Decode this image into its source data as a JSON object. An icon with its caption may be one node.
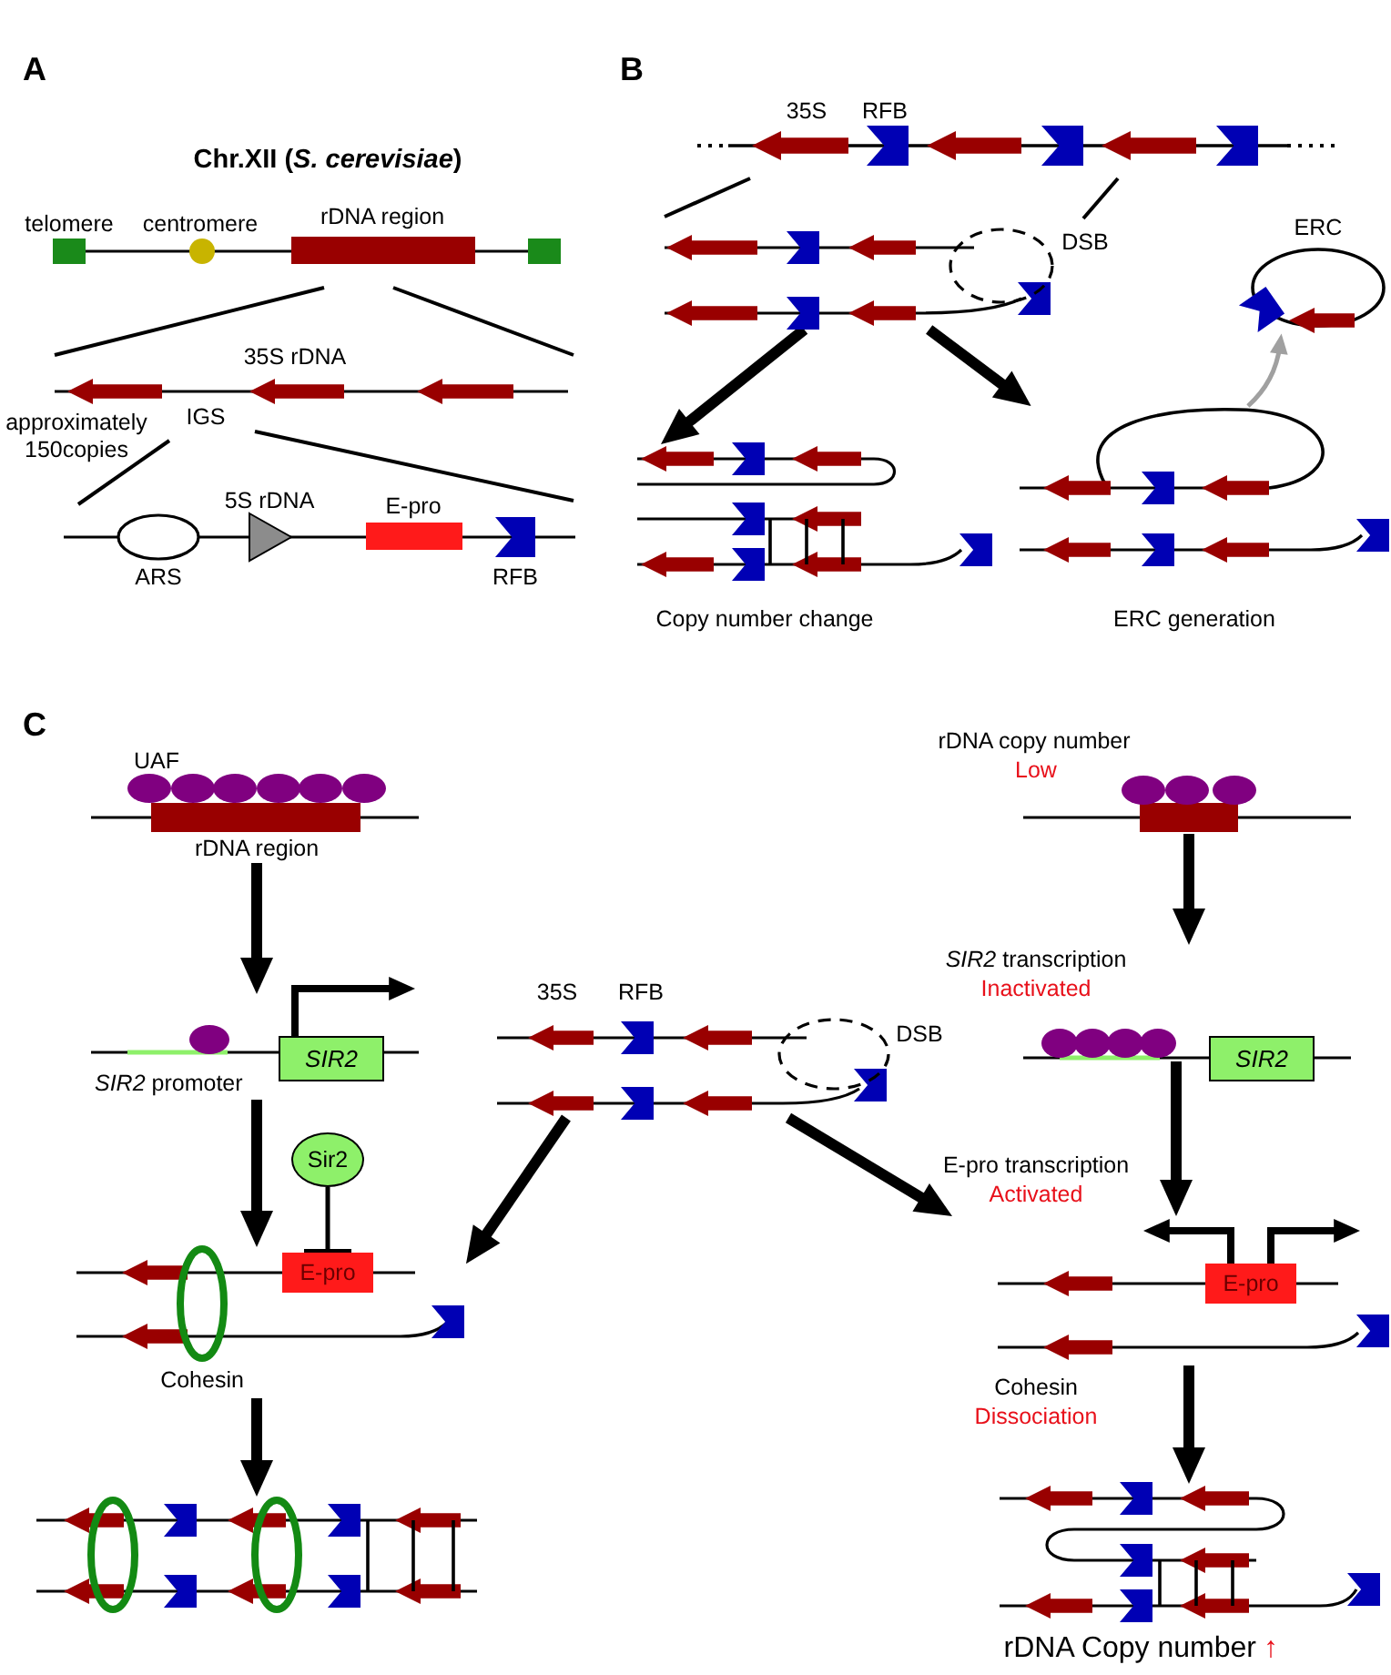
{
  "diagram": {
    "nodes": [
      {
        "text": [
          "DSB"
        ]
      },
      {
        "text": [
          "Copy number change"
        ]
      },
      {
        "text": [
          "ERC generation"
        ]
      },
      {
        "text": [
          "ERC"
        ]
      },
      {
        "text": [
          "UAF",
          "rDNA region"
        ]
      },
      {
        "text": [
          "*SIR2* promoter"
        ]
      },
      {
        "text": [
          "SIR2"
        ],
        "in": 5
      },
      {
        "text": [
          "Sir2"
        ]
      },
      {
        "text": [
          "Cohesin"
        ]
      },
      {
        "text": [
          "E-pro"
        ],
        "in": 8
      },
      {
        "text": [],
        "shape": "picture"
      },
      {
        "text": [
          "35S",
          "RFB",
          "DSB"
        ]
      },
      {
        "text": [
          "rDNA copy number",
          "Low"
        ]
      },
      {
        "text": [
          "*SIR2* transcription",
          "Inactivated"
        ]
      },
      {
        "text": [
          "SIR2"
        ]
      },
      {
        "text": [],
        "shape": "picture",
        "beside": [
          "E-pro transcription",
          "Activated",
          "Cohesin",
          "Dissociation"
        ]
      },
      {
        "text": [
          "E-pro"
        ],
        "in": 15
      },
      {
        "text": [
          "rDNA Copy number",
          "↑"
        ]
      }
    ],
    "edges": [
      {
        "from": 0,
        "to": 1,
        "arrow": "to"
      },
      {
        "from": 0,
        "to": 2,
        "arrow": "to"
      },
      {
        "from": 2,
        "to": 3,
        "arrow": "to",
        "color": "#a0a0a0"
      },
      {
        "from": 4,
        "to": 5,
        "arrow": "to"
      },
      {
        "from": 5,
        "to": 8,
        "arrow": "to"
      },
      {
        "from": 7,
        "to": 9,
        "arrow": "other"
      },
      {
        "from": 8,
        "to": 10,
        "arrow": "to"
      },
      {
        "from": 11,
        "to": 8,
        "arrow": "to"
      },
      {
        "from": 11,
        "to": 15,
        "arrow": "to"
      },
      {
        "from": 12,
        "to": 13,
        "arrow": "to"
      },
      {
        "from": 13,
        "to": 15,
        "arrow": "to"
      },
      {
        "from": 15,
        "to": 17,
        "arrow": "to"
      },
      {
        "from": 6,
        "to": null,
        "arrow": "to"
      },
      {
        "from": 16,
        "to": null,
        "arrow": "to"
      },
      {
        "from": 16,
        "to": null,
        "arrow": "to"
      }
    ],
    "labels": [
      "A",
      "B",
      "Chr.XII (*S. cerevisiae*)",
      "35S",
      "RFB",
      "telomere",
      "centromere",
      "rDNA region",
      "35S rDNA",
      "IGS",
      "approximately 150copies",
      "5S rDNA",
      "E-pro",
      "ARS",
      "RFB",
      "C"
    ]
  }
}
